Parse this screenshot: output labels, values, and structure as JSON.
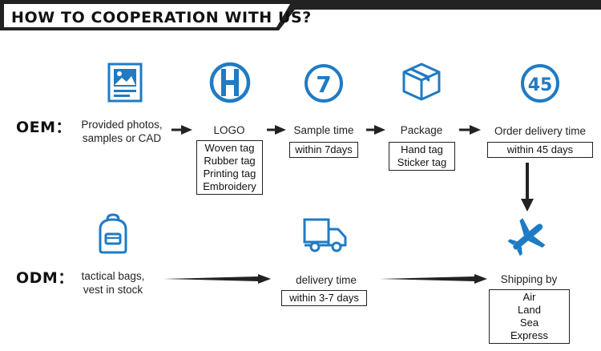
{
  "header": {
    "title": "HOW TO COOPERATION WITH US?"
  },
  "oem": {
    "label": "OEM：",
    "step1": {
      "icon": "image-icon",
      "line1": "Provided photos,",
      "line2": "samples or CAD"
    },
    "step2": {
      "icon": "logo-h-icon",
      "title": "LOGO",
      "options": [
        "Woven tag",
        "Rubber tag",
        "Printing tag",
        "Embroidery"
      ]
    },
    "step3": {
      "icon": "seven-days-icon",
      "icon_text": "7",
      "title": "Sample time",
      "options": [
        "within 7days"
      ]
    },
    "step4": {
      "icon": "box-package-icon",
      "title": "Package",
      "options": [
        "Hand tag",
        "Sticker tag"
      ]
    },
    "step5": {
      "icon": "forty-five-days-icon",
      "icon_text": "45",
      "title": "Order delivery time",
      "options": [
        "within 45 days"
      ]
    }
  },
  "odm": {
    "label": "ODM：",
    "step1": {
      "icon": "backpack-icon",
      "line1": "tactical bags,",
      "line2": "vest in stock"
    },
    "step2": {
      "icon": "delivery-truck-icon",
      "title": "delivery time",
      "options": [
        "within 3-7 days"
      ]
    },
    "step3": {
      "icon": "airplane-icon",
      "title": "Shipping by",
      "options": [
        "Air",
        "Land",
        "Sea",
        "Express"
      ]
    }
  },
  "colors": {
    "icon_blue": "#1f7bc4",
    "header_bg": "#222222",
    "arrow": "#222222"
  }
}
